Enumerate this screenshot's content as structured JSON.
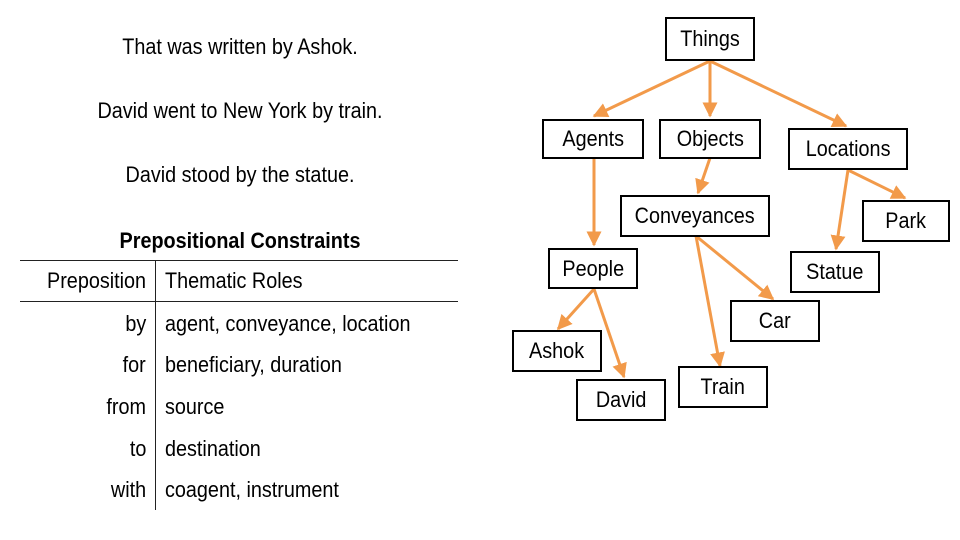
{
  "sentences": [
    "That was written by Ashok.",
    "David went to New York by train.",
    "David stood by the statue."
  ],
  "table": {
    "title": "Prepositional Constraints",
    "headers": [
      "Preposition",
      "Thematic Roles"
    ],
    "rows": [
      {
        "preposition": "by",
        "roles": "agent, conveyance, location"
      },
      {
        "preposition": "for",
        "roles": "beneficiary, duration"
      },
      {
        "preposition": "from",
        "roles": "source"
      },
      {
        "preposition": "to",
        "roles": "destination"
      },
      {
        "preposition": "with",
        "roles": "coagent, instrument"
      }
    ]
  },
  "tree": {
    "arrow_color": "#f29a4a",
    "nodes": {
      "things": "Things",
      "agents": "Agents",
      "objects": "Objects",
      "locations": "Locations",
      "people": "People",
      "conveyances": "Conveyances",
      "ashok": "Ashok",
      "david": "David",
      "train": "Train",
      "car": "Car",
      "statue": "Statue",
      "park": "Park"
    }
  }
}
